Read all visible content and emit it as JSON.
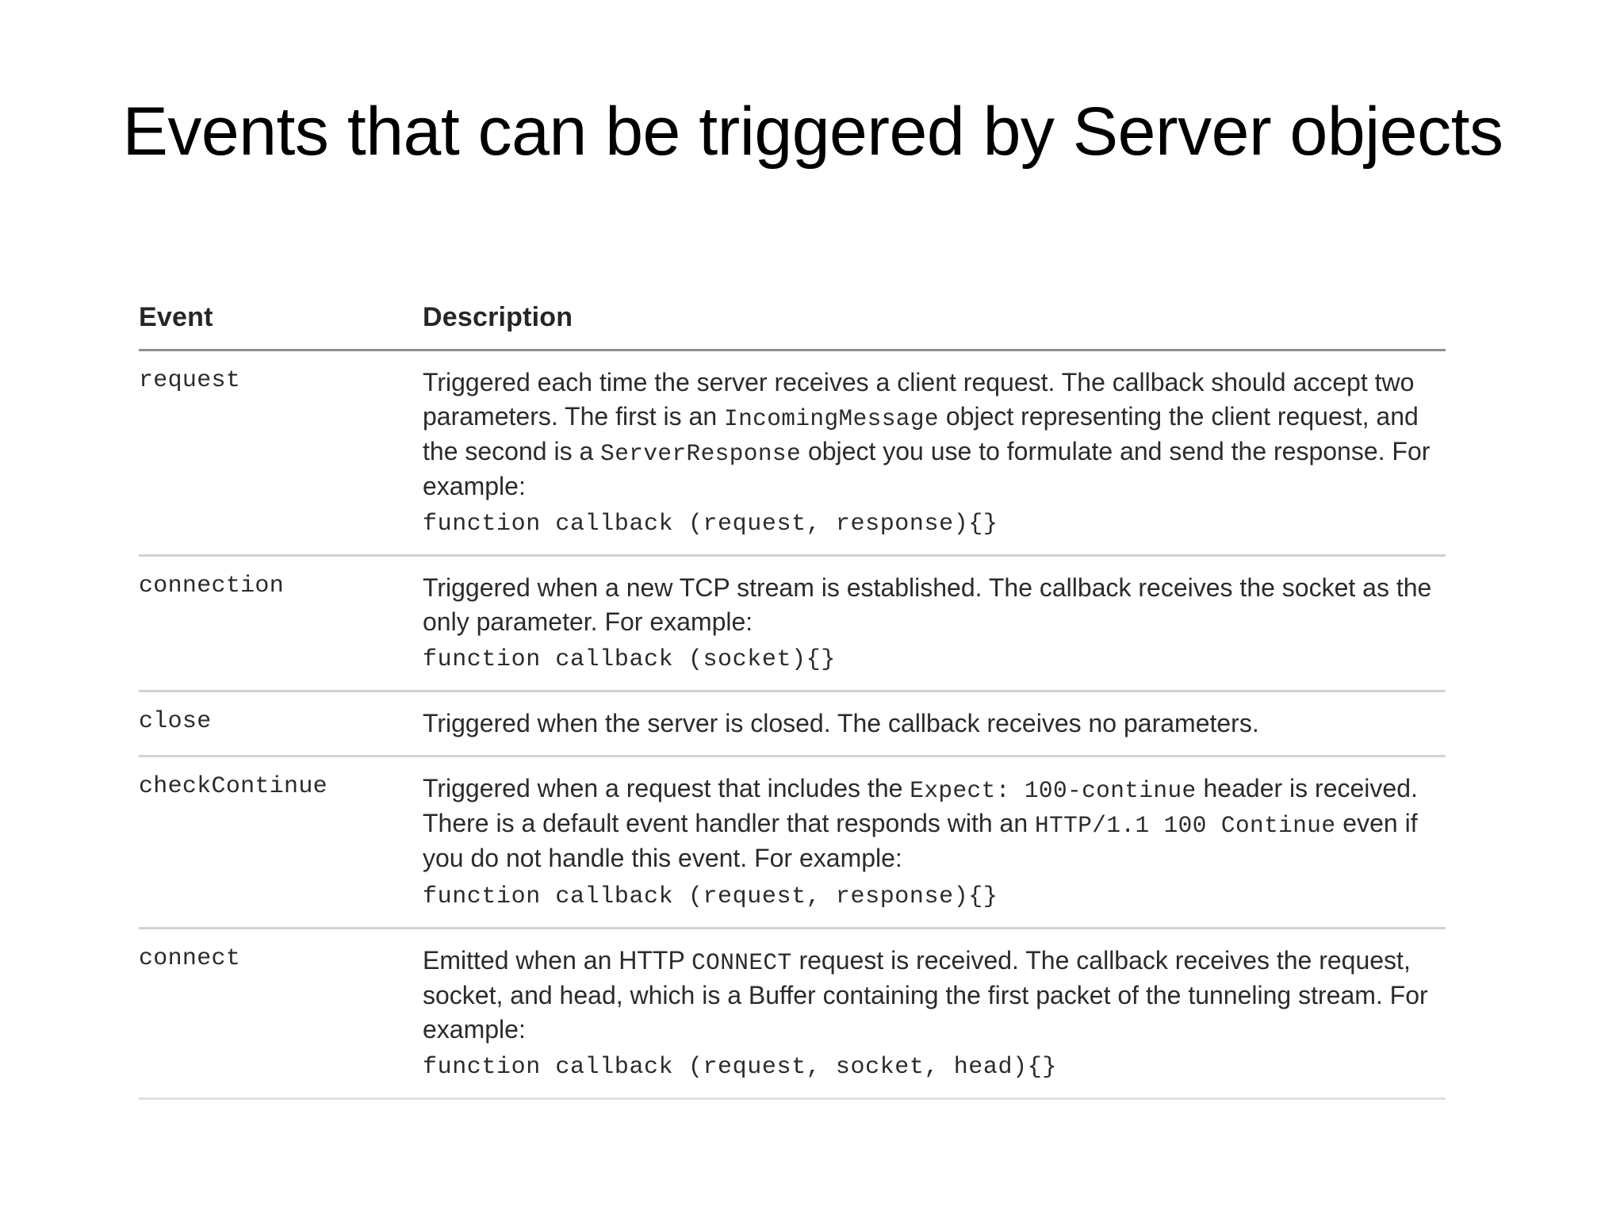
{
  "slide": {
    "title": "Events that can be triggered by Server objects",
    "background_color": "#ffffff",
    "text_color": "#000000",
    "rule_color_strong": "#8e8e8e",
    "rule_color_light": "#d2d2d2"
  },
  "table": {
    "columns": [
      {
        "key": "event",
        "label": "Event"
      },
      {
        "key": "description",
        "label": "Description"
      }
    ],
    "rows": [
      {
        "event": "request",
        "paragraphs": [
          {
            "type": "rich",
            "segments": [
              {
                "text": "Triggered each time the server receives a client request. The callback should accept two parameters. The first is an ",
                "mono": false
              },
              {
                "text": "IncomingMessage",
                "mono": true
              },
              {
                "text": " object representing the client request, and the second is a ",
                "mono": false
              },
              {
                "text": "ServerResponse",
                "mono": true
              },
              {
                "text": " object you use to formulate and send the response. For example:",
                "mono": false
              }
            ]
          },
          {
            "type": "code",
            "text": "function callback (request, response){}"
          }
        ]
      },
      {
        "event": "connection",
        "paragraphs": [
          {
            "type": "rich",
            "segments": [
              {
                "text": "Triggered when a new TCP stream is established. The callback receives the socket as the only parameter. For example:",
                "mono": false
              }
            ]
          },
          {
            "type": "code",
            "text": "function callback (socket){}"
          }
        ]
      },
      {
        "event": "close",
        "paragraphs": [
          {
            "type": "rich",
            "segments": [
              {
                "text": "Triggered when the server is closed. The callback receives no parameters.",
                "mono": false
              }
            ]
          }
        ]
      },
      {
        "event": "checkContinue",
        "paragraphs": [
          {
            "type": "rich",
            "segments": [
              {
                "text": "Triggered when a request that includes the ",
                "mono": false
              },
              {
                "text": "Expect: 100-continue",
                "mono": true
              },
              {
                "text": " header is received. There is a default event handler that responds with an ",
                "mono": false
              },
              {
                "text": "HTTP/1.1 100 Continue",
                "mono": true
              },
              {
                "text": " even if you do not handle this event. For example:",
                "mono": false
              }
            ]
          },
          {
            "type": "code",
            "text": "function callback (request, response){}"
          }
        ]
      },
      {
        "event": "connect",
        "paragraphs": [
          {
            "type": "rich",
            "segments": [
              {
                "text": "Emitted when an HTTP ",
                "mono": false
              },
              {
                "text": "CONNECT",
                "mono": true
              },
              {
                "text": " request is received. The callback receives the request, socket, and head, which is a Buffer containing the first packet of the tunneling stream. For example:",
                "mono": false
              }
            ]
          },
          {
            "type": "code",
            "text": "function callback (request, socket, head){}"
          }
        ]
      }
    ]
  }
}
